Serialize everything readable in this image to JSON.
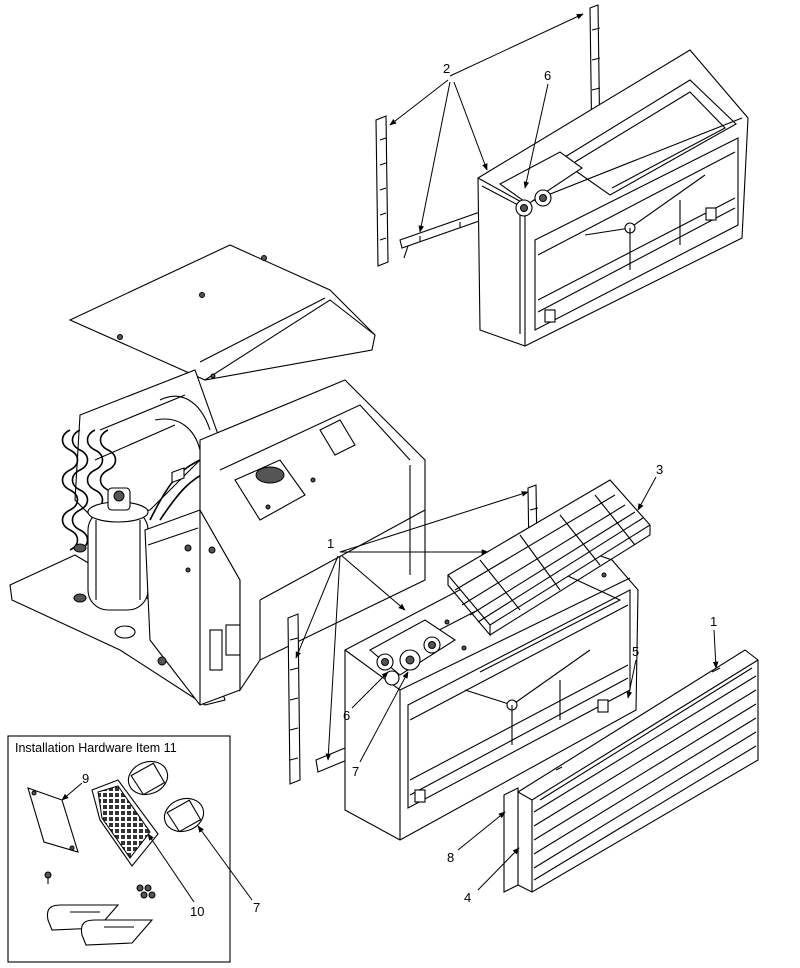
{
  "inset": {
    "title": "Installation Hardware Item 11"
  },
  "callouts": [
    {
      "id": "c2",
      "label": "2"
    },
    {
      "id": "c6a",
      "label": "6"
    },
    {
      "id": "c3",
      "label": "3"
    },
    {
      "id": "c1a",
      "label": "1"
    },
    {
      "id": "c1b",
      "label": "1"
    },
    {
      "id": "c5",
      "label": "5"
    },
    {
      "id": "c6b",
      "label": "6"
    },
    {
      "id": "c7a",
      "label": "7"
    },
    {
      "id": "c8",
      "label": "8"
    },
    {
      "id": "c4",
      "label": "4"
    },
    {
      "id": "c9",
      "label": "9"
    },
    {
      "id": "c10",
      "label": "10"
    },
    {
      "id": "c7b",
      "label": "7"
    }
  ]
}
